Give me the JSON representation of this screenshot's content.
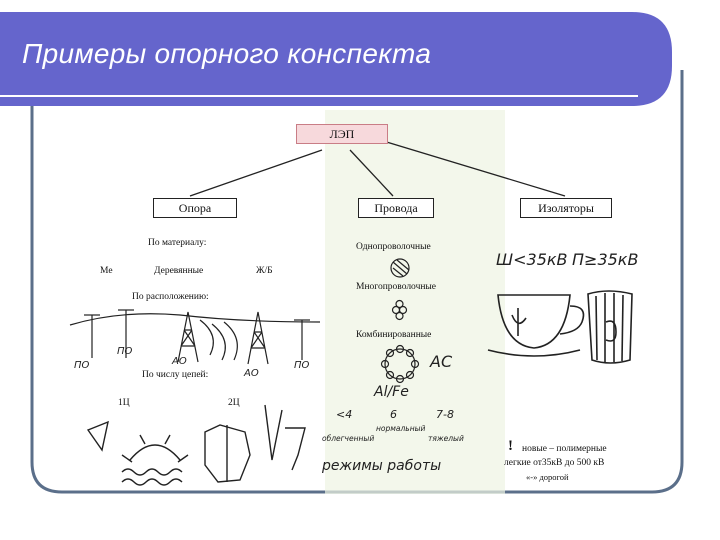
{
  "slide": {
    "title": "Примеры опорного конспекта"
  },
  "diagram": {
    "root": "ЛЭП",
    "branches": {
      "support": "Опора",
      "wires": "Провода",
      "insulators": "Изоляторы"
    },
    "support": {
      "by_material": "По материалу:",
      "material_metal": "Ме",
      "material_wood": "Деревянные",
      "material_concrete": "Ж/Б",
      "by_position": "По расположению:",
      "po_left": "ПО",
      "po_left2": "ПО",
      "ao_left": "АО",
      "ao_right": "АО",
      "po_right": "ПО",
      "by_circuits": "По числу цепей:",
      "circuit_1": "1Ц",
      "circuit_2": "2Ц"
    },
    "wires": {
      "single": "Однопроволочные",
      "multi": "Многопроволочные",
      "combined": "Комбинированные",
      "ac": "АС",
      "al_fe": "Al/Fe",
      "ratio_low": "<4",
      "ratio_mid": "6",
      "ratio_high": "7-8",
      "mode_light": "облегченный",
      "mode_normal": "нормальный",
      "mode_heavy": "тяжелый",
      "modes_caption": "режимы   работы"
    },
    "insulators": {
      "pin_voltage": "Ш<35кВ",
      "suspension_voltage": "П≥35кВ",
      "note_mark": "!",
      "note_line1": "новые – полимерные",
      "note_line2": "легкие  от35кВ до 500 кВ",
      "note_line3": "«-»  дорогой"
    }
  },
  "colors": {
    "accent": "#6565cc",
    "frame_line": "#5b6f8a"
  }
}
